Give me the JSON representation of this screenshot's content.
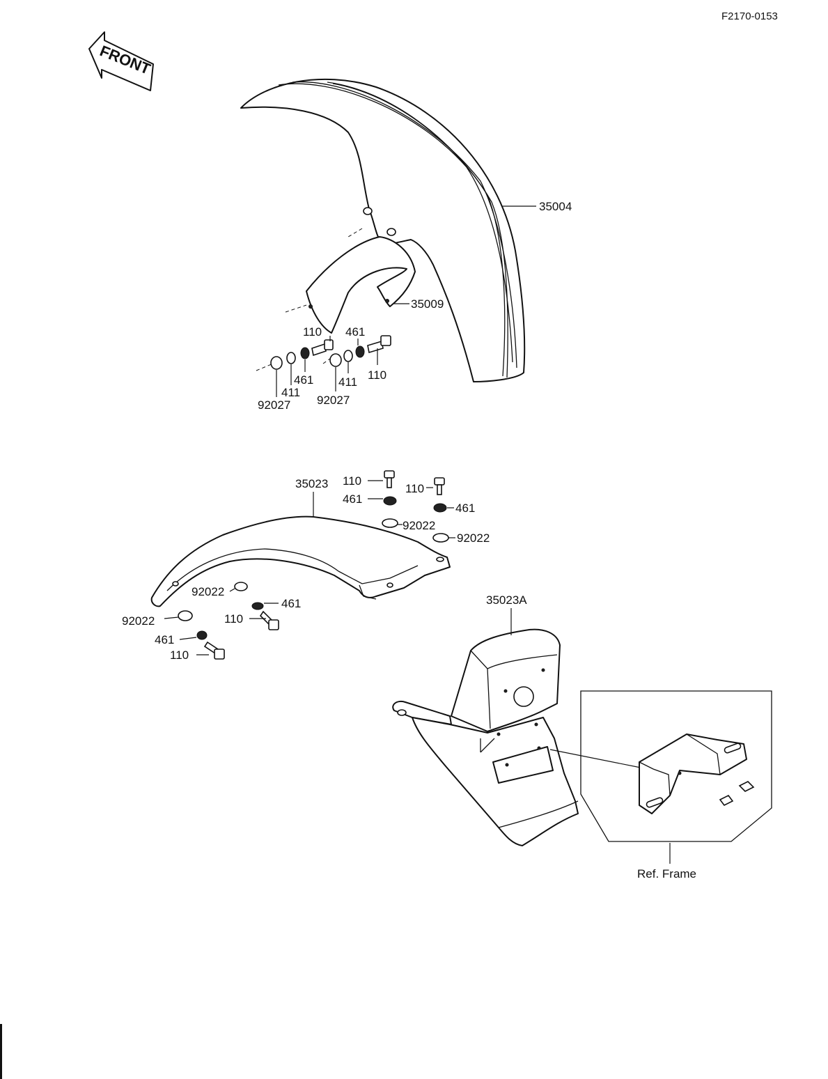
{
  "drawing_code": "F2170-0153",
  "front_label": "FRONT",
  "parts": {
    "front_fender": "35004",
    "fender_bracket": "35009",
    "rear_fender": "35023",
    "rear_fender_flap": "35023A",
    "bolt": "110",
    "spring_washer": "461",
    "washer": "411",
    "grommet_front": "92027",
    "grommet_rear": "92022"
  },
  "ref_frame_label": "Ref. Frame"
}
